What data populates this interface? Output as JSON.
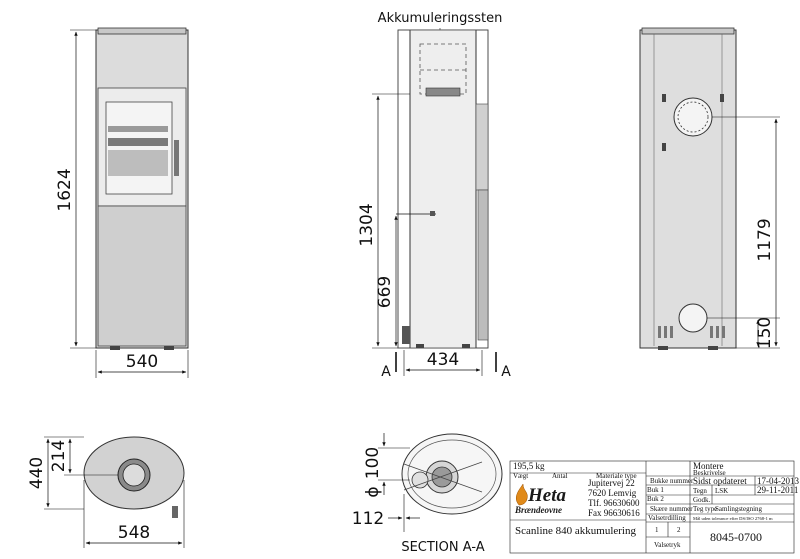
{
  "labels": {
    "stone_callout": "Akkumuleringssten",
    "section_label": "SECTION A-A",
    "section_mark_left": "A",
    "section_mark_right": "A"
  },
  "dimensions": {
    "front_height": "1624",
    "front_width": "540",
    "section_total_height": "1304",
    "section_outlet_height": "669",
    "section_width": "434",
    "back_outlet_height": "1179",
    "back_inlet_height": "150",
    "plan_depth": "440",
    "plan_center_offset": "214",
    "plan_width": "548",
    "detail_diameter": "100",
    "detail_offset": "112",
    "diameter_symbol": "ϕ"
  },
  "title_block": {
    "weight": "195,5 kg",
    "col_weight": "Vægt",
    "col_qty": "Antal",
    "col_material": "Materiale type",
    "company_name": "Heta",
    "company_sub": "Brændeovne",
    "address_street": "Jupitervej 22",
    "address_city": "7620 Lemvig",
    "phone": "Tlf. 96630600",
    "fax": "Fax 96630616",
    "product_name": "Scanline 840 akkumulering",
    "bukke_label": "Bukke nummer",
    "bukke_1": "Buk 1",
    "bukke_2": "Buk 2",
    "skaere_label": "Skære nummer",
    "view_label": "Valsetrdilling",
    "view_1": "1",
    "view_2": "2",
    "valse_label": "Valsetryk",
    "title_top": "Montere",
    "title_sub": "Beskrivelse",
    "updated_label": "Sidst opdateret",
    "updated_date": "17-04-2013",
    "drawn_label": "Tegn",
    "drawn_by": "LSK",
    "drawn_date": "29-11-2011",
    "approved_label": "Godk.",
    "drawing_type_label": "Teg type",
    "drawing_type": "Samlingstegning",
    "tolerance_note": "Mål uden tolerance efter DS/ISO 2768-1 m",
    "drawing_number": "8045-0700"
  }
}
